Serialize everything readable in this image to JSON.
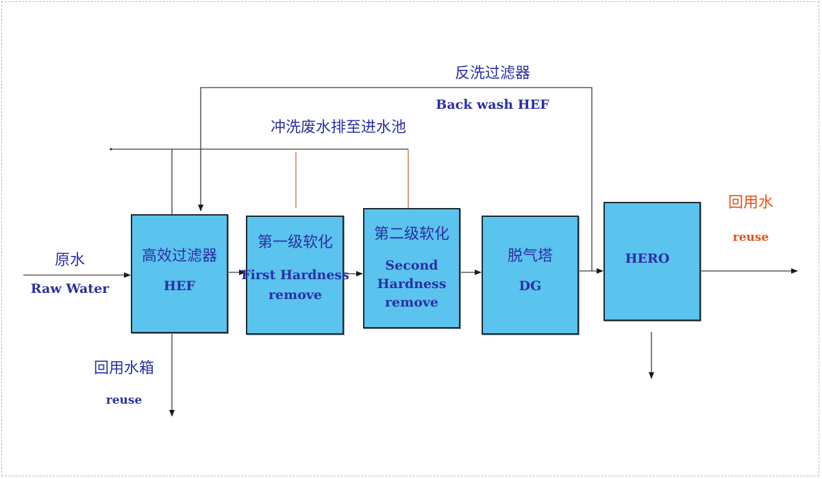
{
  "colors": {
    "box_fill": "#5ac3ee",
    "text_blue": "#2b2fa3",
    "text_orange": "#e8511a",
    "line": "#3a3a3a",
    "orange_line": "#c8663a"
  },
  "raw_water": {
    "cn": "原水",
    "en": "Raw Water"
  },
  "hef": {
    "cn": "高效过滤器",
    "en": "HEF"
  },
  "first_softening": {
    "cn": "第一级软化",
    "en1": "First Hardness",
    "en2": "remove"
  },
  "second_softening": {
    "cn": "第二级软化",
    "en1": "Second",
    "en2": "Hardness",
    "en3": "remove"
  },
  "degas": {
    "cn": "脱气塔",
    "en": "DG"
  },
  "hero": {
    "label": "HERO"
  },
  "backwash": {
    "cn": "反洗过滤器",
    "en": "Back wash HEF"
  },
  "flush_waste": {
    "cn": "冲洗废水排至进水池"
  },
  "reuse_tank": {
    "cn": "回用水箱",
    "en": "reuse"
  },
  "reuse_out": {
    "cn": "回用水",
    "en": "reuse"
  }
}
